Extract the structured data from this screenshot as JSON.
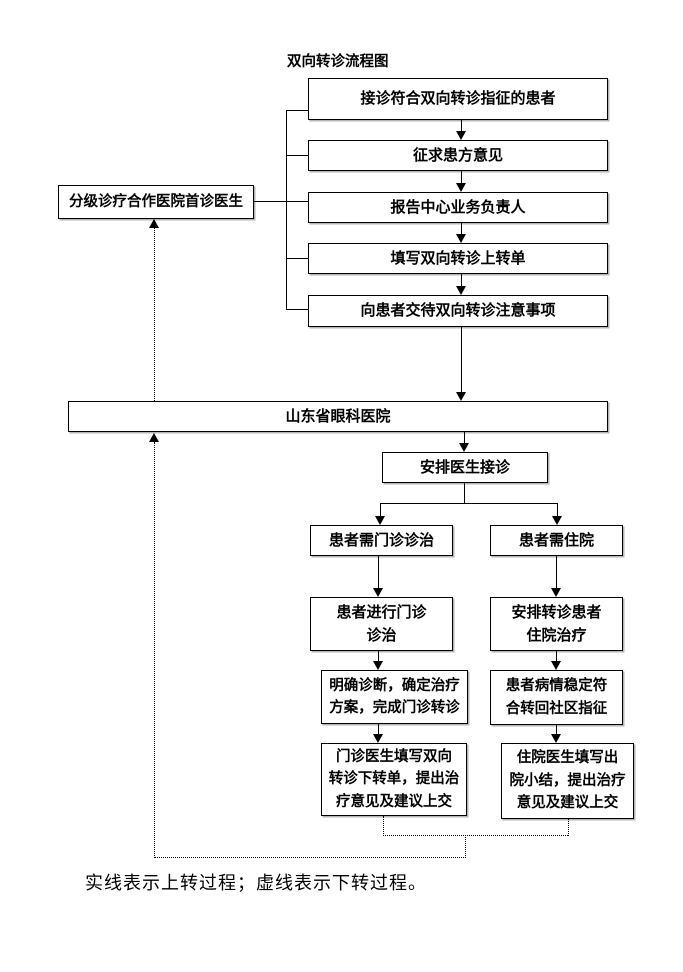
{
  "page": {
    "title": "双向转诊流程图",
    "caption": "实线表示上转过程；虚线表示下转过程。"
  },
  "colors": {
    "line": "#000000",
    "text": "#000000",
    "background": "#ffffff"
  },
  "nodes": {
    "partner_doctor": {
      "label": "分级诊疗合作医院首诊医生"
    },
    "step_receive": {
      "label": "接诊符合双向转诊指征的患者"
    },
    "step_consent": {
      "label": "征求患方意见"
    },
    "step_report": {
      "label": "报告中心业务负责人"
    },
    "step_fill_form": {
      "label": "填写双向转诊上转单"
    },
    "step_instruct": {
      "label": "向患者交待双向转诊注意事项"
    },
    "hospital": {
      "label": "山东省眼科医院"
    },
    "arrange_doctor": {
      "label": "安排医生接诊"
    },
    "outpatient_need": {
      "label": "患者需门诊诊治"
    },
    "outpatient_treat": {
      "label": "患者进行门诊\n诊治"
    },
    "outpatient_diagnose": {
      "label": "明确诊断，确定治疗\n方案，完成门诊转诊"
    },
    "outpatient_downrefer": {
      "label": "门诊医生填写双向\n转诊下转单，提出治\n疗意见及建议上交"
    },
    "inpatient_need": {
      "label": "患者需住院"
    },
    "inpatient_arrange": {
      "label": "安排转诊患者\n住院治疗"
    },
    "inpatient_stable": {
      "label": "患者病情稳定符\n合转回社区指征"
    },
    "inpatient_summary": {
      "label": "住院医生填写出\n院小结，提出治疗\n意见及建议上交"
    }
  }
}
